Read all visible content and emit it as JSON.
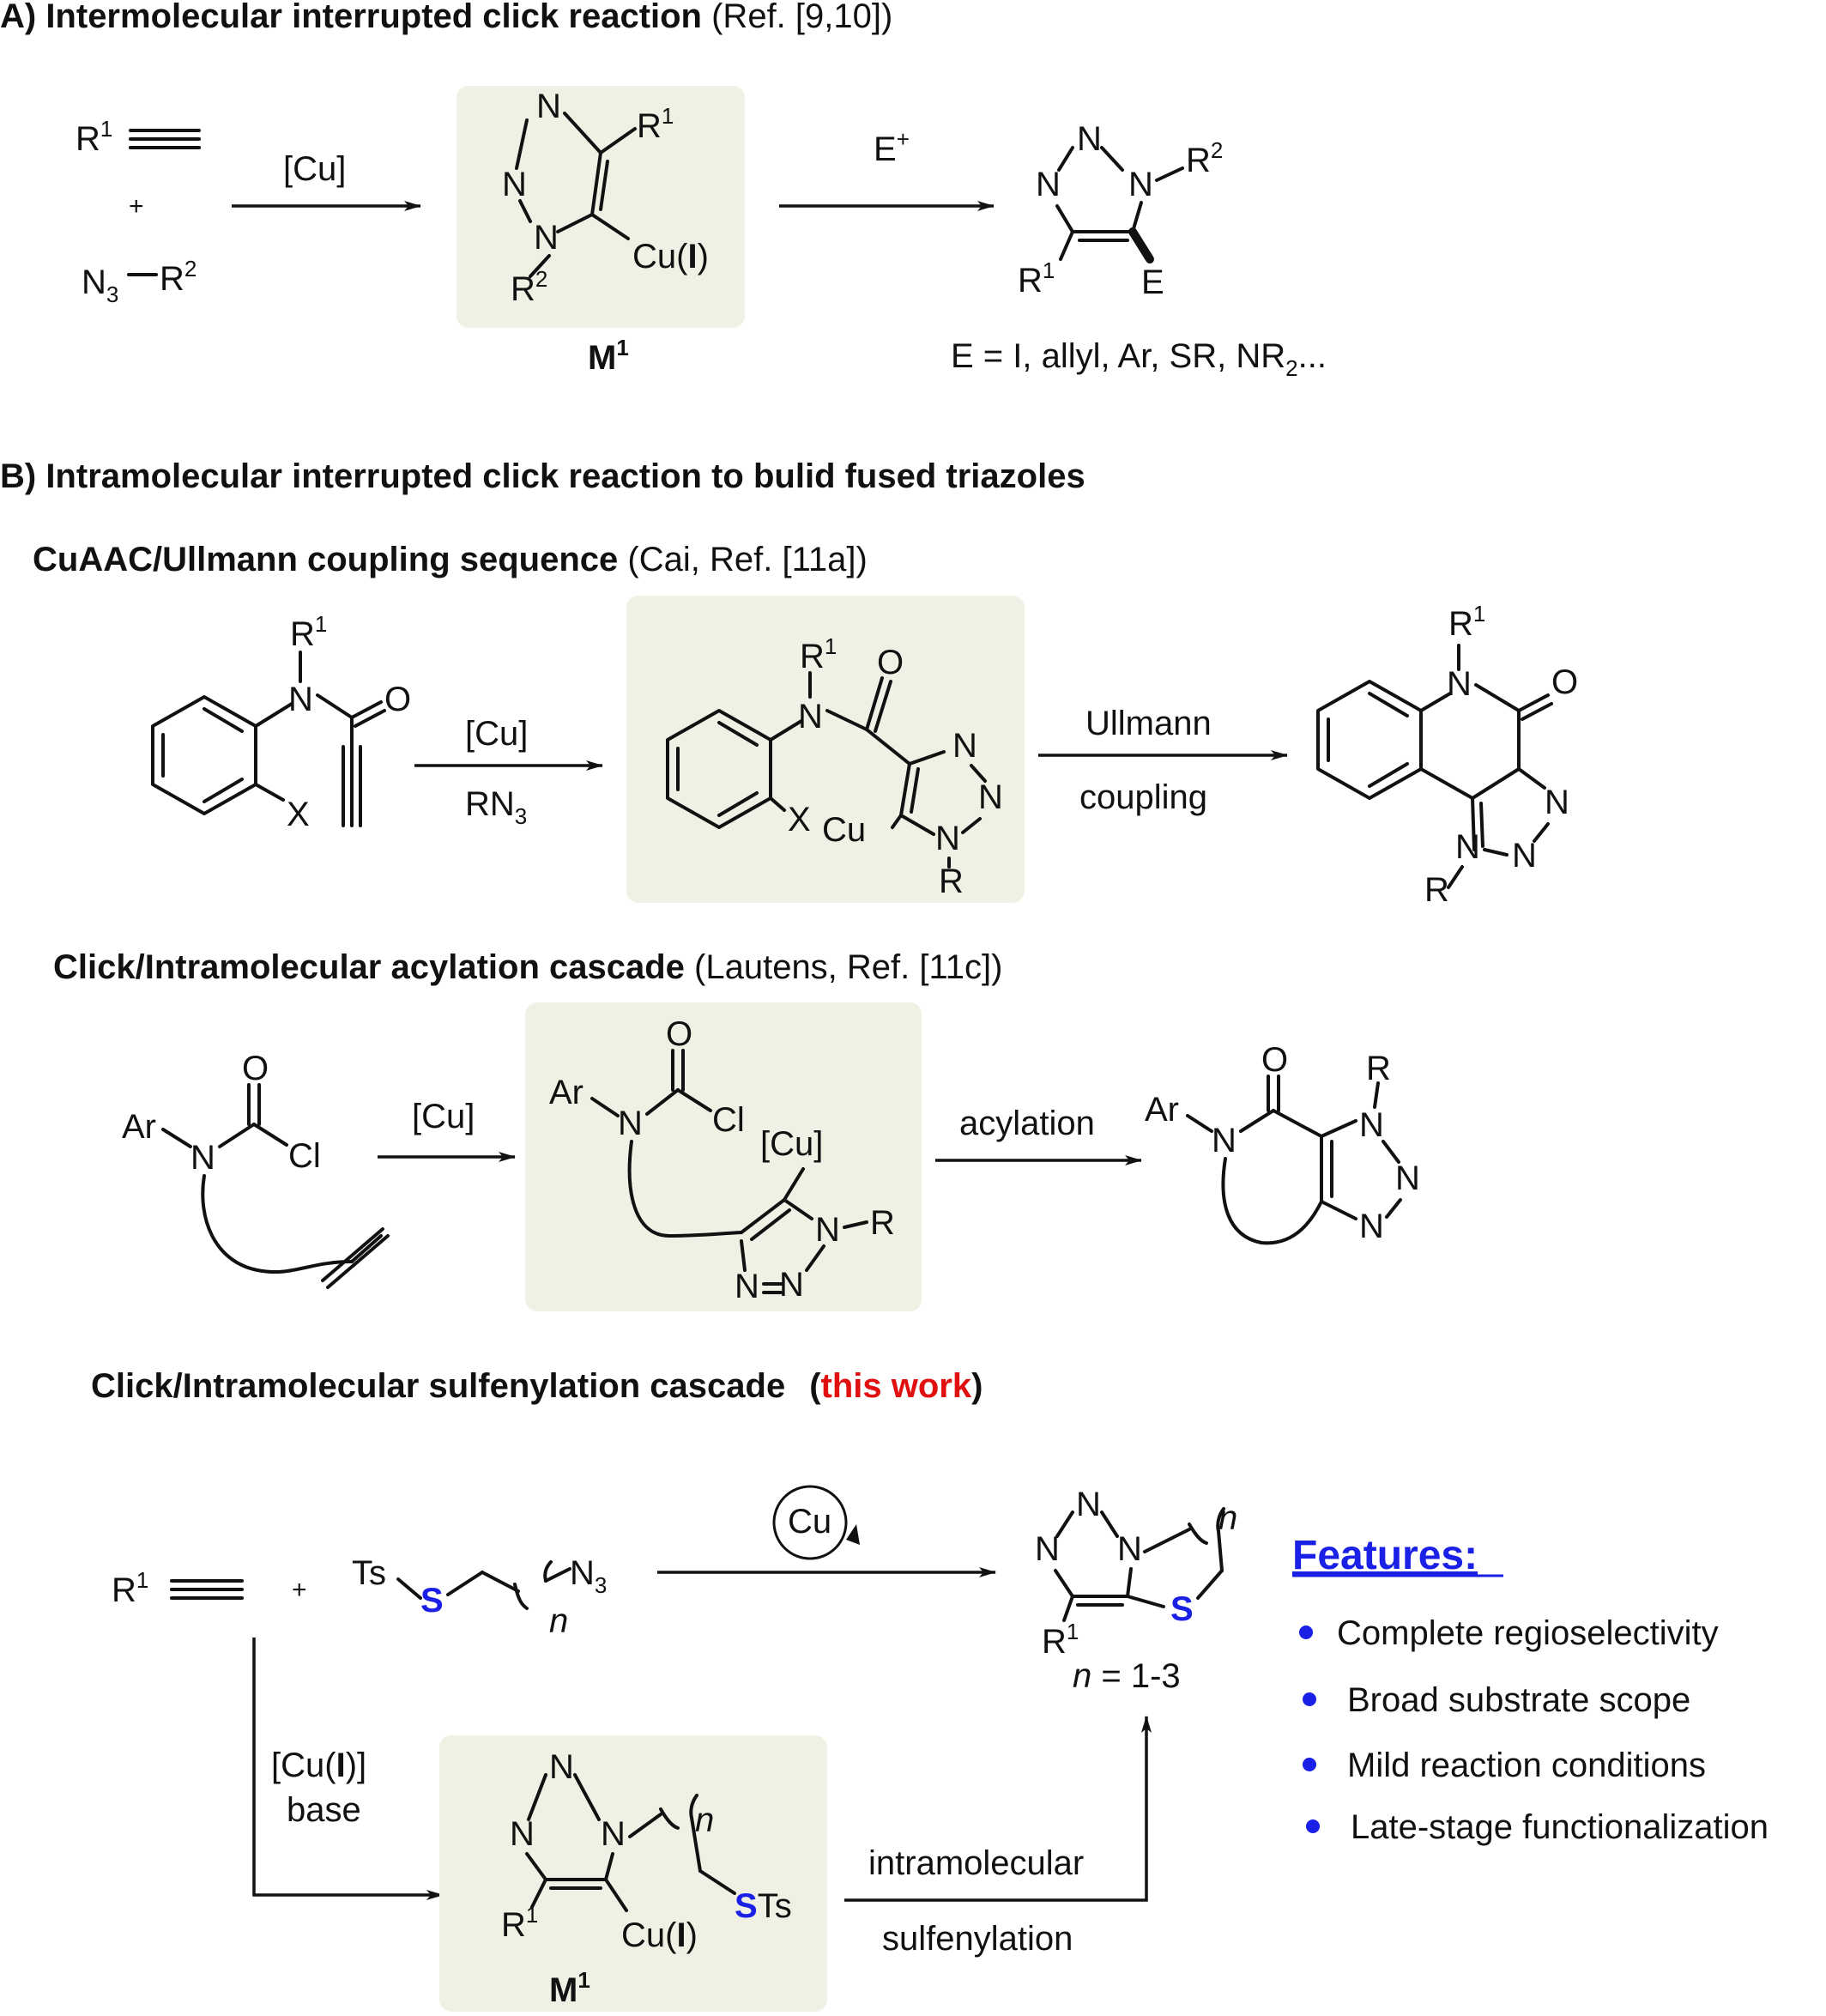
{
  "sectionA": {
    "title": "A) Intermolecular interrupted click reaction",
    "ref": " (Ref. [9,10])",
    "reagent1": "R",
    "reagent1_sup": "1",
    "plus": "+",
    "reagent2": "N",
    "reagent2_sub": "3",
    "reagent2_r": "R",
    "reagent2_sup": "2",
    "arrow1": "[Cu]",
    "arrow2": "E",
    "arrow2_sup": "+",
    "intermediate": "M",
    "intermediate_sup": "1",
    "cu": "Cu(",
    "cu_bold": "I",
    "cu_close": ")",
    "product_E": "E",
    "scope": "E = I, allyl, Ar, SR, NR",
    "scope_sub": "2",
    "scope_end": "..."
  },
  "sectionB": {
    "title": "B) Intramolecular interrupted click reaction to bulid fused triazoles",
    "sub1": {
      "title": "CuAAC/Ullmann coupling sequence",
      "ref": " (Cai, Ref. [11a])",
      "arrow_top": "[Cu]",
      "arrow_bottom": "RN",
      "arrow_bottom_sub": "3",
      "arrow2_top": "Ullmann",
      "arrow2_bottom": "coupling"
    },
    "sub2": {
      "title": "Click/Intramolecular acylation cascade",
      "ref": " (Lautens, Ref. [11c])",
      "arrow_top": "[Cu]",
      "arrow2_top": "acylation",
      "cu": "[Cu]"
    },
    "sub3": {
      "title": "Click/Intramolecular sulfenylation cascade",
      "paren_open": "(",
      "this_work": "this work",
      "paren_close": ")",
      "catalyst": "Cu",
      "n_range_n": "n",
      "n_range": " = 1-3",
      "down_label1": "[Cu(",
      "down_label1_b": "I",
      "down_label1_c": ")]",
      "down_label2": "base",
      "arrow_label1": "intramolecular",
      "arrow_label2": "sulfenylation",
      "intermediate": "M",
      "intermediate_sup": "1"
    },
    "features": {
      "heading": "Features:",
      "items": [
        "Complete regioselectivity",
        "Broad substrate scope",
        "Mild reaction conditions",
        "Late-stage functionalization"
      ]
    }
  },
  "atoms": {
    "N": "N",
    "R": "R",
    "O": "O",
    "X": "X",
    "Cu": "Cu",
    "Cl": "Cl",
    "Ar": "Ar",
    "S": "S",
    "Ts": "Ts",
    "sup1": "1",
    "sup2": "2",
    "n": "n"
  },
  "colors": {
    "box": "#f1f0e4",
    "highlight_red": "#e01010",
    "sulfur_blue": "#1a20e6",
    "features_blue": "#1a20e6"
  }
}
